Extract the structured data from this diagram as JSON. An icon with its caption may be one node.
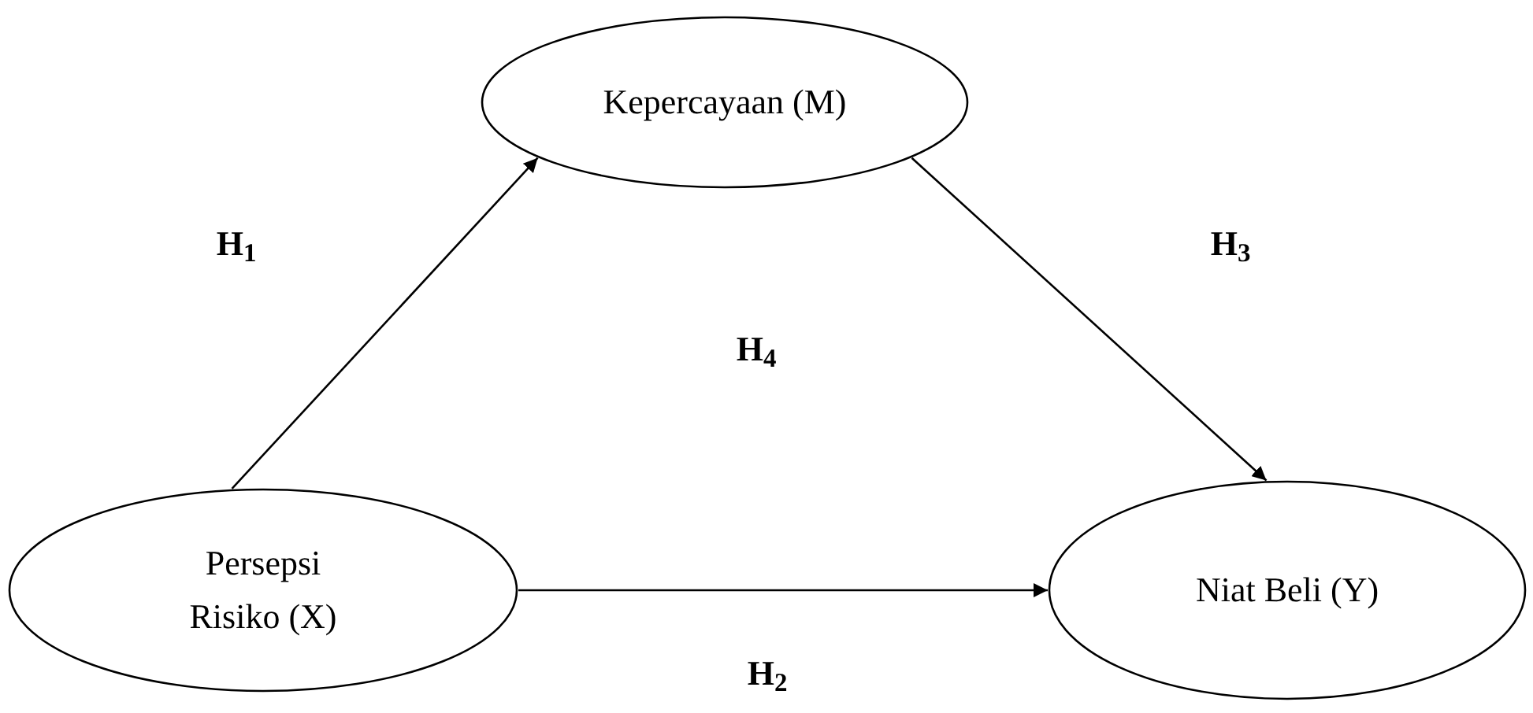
{
  "diagram": {
    "nodes": [
      {
        "text": [
          "Kepercayaan (M)"
        ]
      },
      {
        "text": [
          "Persepsi Risiko (X)"
        ]
      },
      {
        "text": [
          "Niat Beli (Y)"
        ]
      }
    ],
    "edges": [
      {
        "from": 1,
        "to": 0,
        "arrow": "to"
      },
      {
        "from": 0,
        "to": 2,
        "arrow": "to"
      },
      {
        "from": 1,
        "to": 2,
        "arrow": "to"
      }
    ],
    "labels": [
      "H$_{1}$",
      "H$_{3}$",
      "H$_{4}$",
      "H$_{2}$"
    ]
  }
}
